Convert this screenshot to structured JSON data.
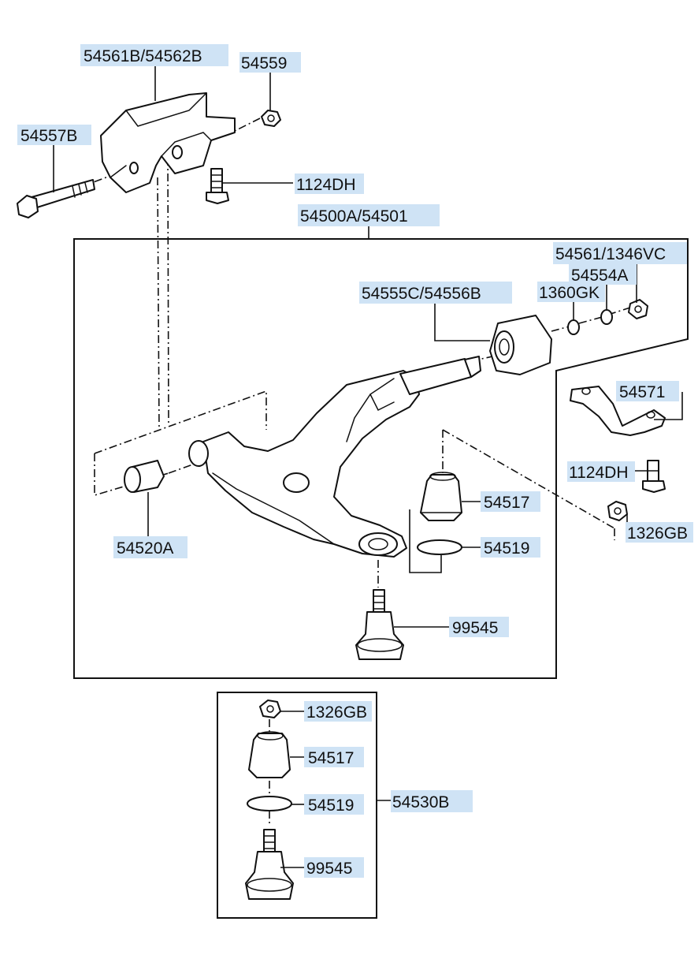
{
  "labels": {
    "bracket": "54561B/54562B",
    "nut_bracket": "54559",
    "bolt_long": "54557B",
    "bolt_bracket": "1124DH",
    "arm_assy": "54500A/54501",
    "bush_parts": "54561/1346VC",
    "nut_small": "54554A",
    "washer_small": "1360GK",
    "bushing_rear": "54555C/54556B",
    "stab_bracket": "54571",
    "bolt_stab": "1124DH",
    "nut_stab": "1326GB",
    "boot": "54517",
    "clip": "54519",
    "bushing_front": "54520A",
    "ball_joint": "99545",
    "kit_nut": "1326GB",
    "kit_boot": "54517",
    "kit_clip": "54519",
    "kit_assy": "54530B",
    "kit_ball_joint": "99545"
  }
}
